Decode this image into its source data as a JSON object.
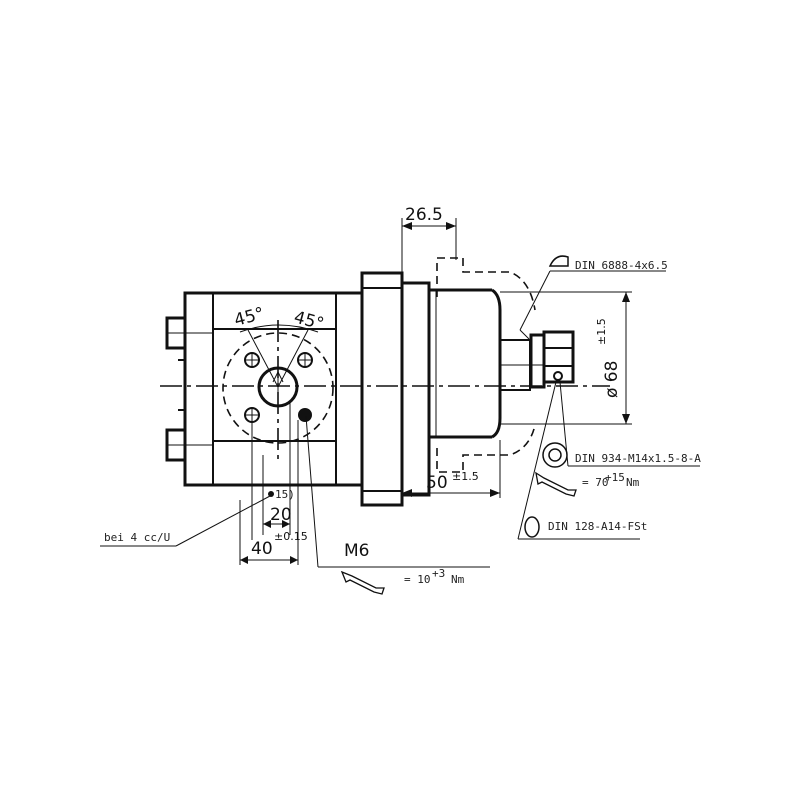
{
  "dimensions": {
    "d_26_5": "26.5",
    "angle_left": "45°",
    "angle_right": "45°",
    "d_20": "20",
    "d_015": "±0.15",
    "d_40": "40",
    "d_50": "50",
    "d_50_tol": "±1.5",
    "d_68": "ø 68",
    "d_68_tol": "±1.5",
    "d_m6": "M6"
  },
  "notes": {
    "footnote": "15)",
    "bei": "bei 4 cc/U",
    "key": "DIN 6888-4x6.5",
    "nut": "DIN 934-M14x1.5-8-A",
    "washer": "DIN 128-A14-FSt"
  },
  "torques": {
    "nut_prefix": "= 70",
    "nut_sup": "+15",
    "nut_unit": "Nm",
    "bolt_prefix": "= 10",
    "bolt_sup": "+3",
    "bolt_unit": "Nm"
  }
}
